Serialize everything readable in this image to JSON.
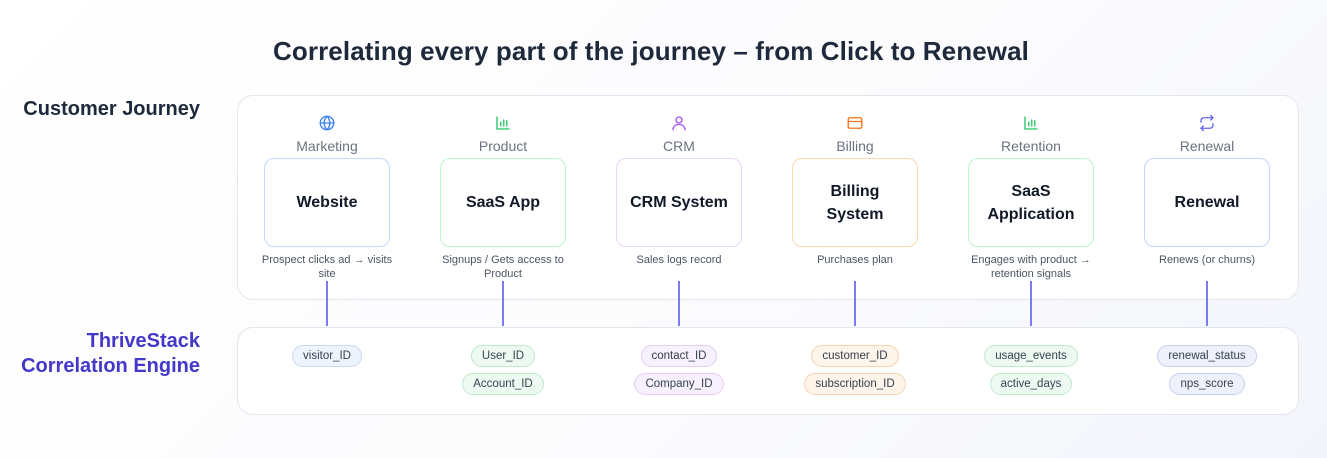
{
  "title": "Correlating every part of the journey – from Click to Renewal",
  "rows": {
    "journey_label": "Customer Journey",
    "engine_label_line1": "ThriveStack",
    "engine_label_line2": "Correlation Engine"
  },
  "stages": [
    {
      "stage": "Marketing",
      "icon": "globe-icon",
      "card_line1": "Website",
      "card_line2": "",
      "desc_line1": "Prospect clicks ad → visits",
      "desc_line2": "site",
      "ids": [
        "visitor_ID"
      ]
    },
    {
      "stage": "Product",
      "icon": "bar-chart-icon",
      "card_line1": "SaaS App",
      "card_line2": "",
      "desc_line1": "Signups / Gets access to",
      "desc_line2": "Product",
      "ids": [
        "User_ID",
        "Account_ID"
      ]
    },
    {
      "stage": "CRM",
      "icon": "user-icon",
      "card_line1": "CRM System",
      "card_line2": "",
      "desc_line1": "Sales logs record",
      "desc_line2": "",
      "ids": [
        "contact_ID",
        "Company_ID"
      ]
    },
    {
      "stage": "Billing",
      "icon": "credit-card-icon",
      "card_line1": "Billing",
      "card_line2": "System",
      "desc_line1": "Purchases plan",
      "desc_line2": "",
      "ids": [
        "customer_ID",
        "subscription_ID"
      ]
    },
    {
      "stage": "Retention",
      "icon": "bar-chart-icon",
      "card_line1": "SaaS",
      "card_line2": "Application",
      "desc_line1": "Engages with product →",
      "desc_line2": "retention signals",
      "ids": [
        "usage_events",
        "active_days"
      ]
    },
    {
      "stage": "Renewal",
      "icon": "repeat-icon",
      "card_line1": "Renewal",
      "card_line2": "",
      "desc_line1": "Renews (or churns)",
      "desc_line2": "",
      "ids": [
        "renewal_status",
        "nps_score"
      ]
    }
  ],
  "colors": {
    "marketing": "#3b82f6",
    "product": "#22c55e",
    "crm": "#a855f7",
    "billing": "#f97316",
    "retention": "#22c55e",
    "renewal": "#6366f1",
    "connector": "#6366f1",
    "engine_label": "#4338ca"
  }
}
